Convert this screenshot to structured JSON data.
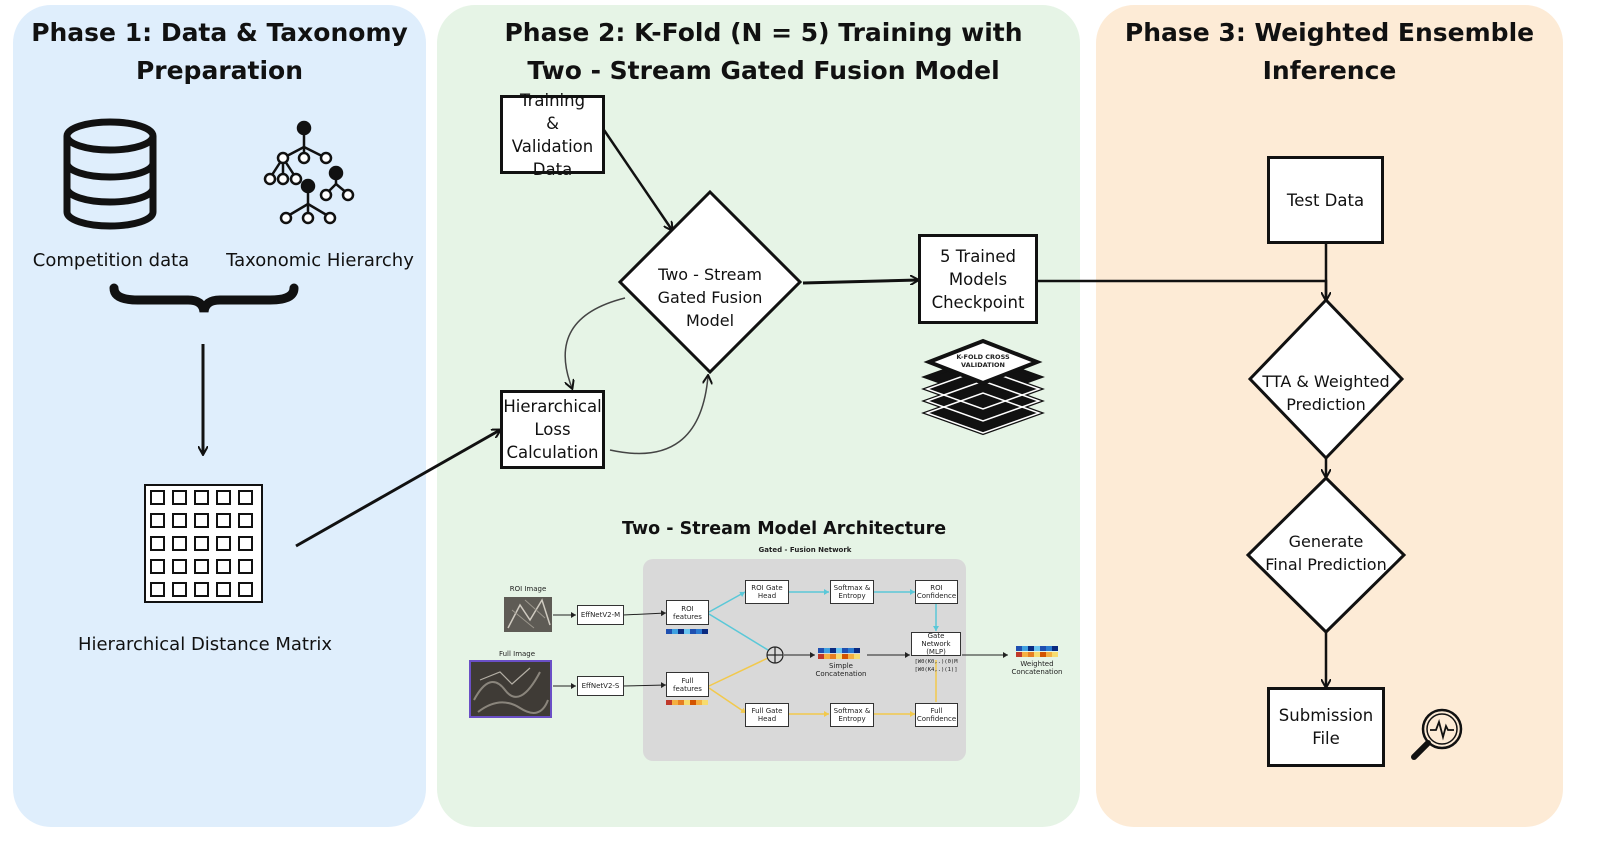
{
  "colors": {
    "phase1_bg": "#dfeefc",
    "phase2_bg": "#e6f4e6",
    "phase3_bg": "#fdebd6",
    "roi_line": "#5ac8d8",
    "full_line": "#f2c94c"
  },
  "phase1": {
    "title": "Phase 1: Data & Taxonomy\nPreparation",
    "competition_label": "Competition data",
    "taxonomy_label": "Taxonomic Hierarchy",
    "matrix_label": "Hierarchical Distance Matrix",
    "icons": [
      "database-icon",
      "hierarchy-tree-icon",
      "curly-brace-icon",
      "matrix-grid-icon"
    ]
  },
  "phase2": {
    "title": "Phase 2: K-Fold (N = 5) Training with\nTwo - Stream Gated Fusion Model",
    "training_box": "Training\n& Validation\nData",
    "model_diamond": "Two - Stream\nGated  Fusion\nModel",
    "checkpoint_box": "5 Trained\nModels\nCheckpoint",
    "loss_box": "Hierarchical\nLoss\nCalculation",
    "kfold_label": "K-FOLD CROSS\nVALIDATION",
    "architecture": {
      "title": "Two - Stream Model Architecture",
      "subtitle": "Gated - Fusion Network",
      "roi_image": "ROI Image",
      "full_image": "Full Image",
      "effnet_m": "EffNetV2-M",
      "effnet_s": "EffNetV2-S",
      "roi_features": "ROI\nfeatures",
      "full_features": "Full\nfeatures",
      "roi_gate_head": "ROI Gate\nHead",
      "full_gate_head": "Full Gate\nHead",
      "softmax_top": "Softmax &\nEntropy",
      "softmax_bottom": "Softmax &\nEntropy",
      "roi_confidence": "ROI\nConfidence",
      "full_confidence": "Full\nConfidence",
      "gate_network": "Gate Network\n(MLP)",
      "gate_values": "[W0(K0,.)(0)M\n[W0(K4,.)(1)]",
      "simple_concat": "Simple\nConcatenation",
      "weighted_concat": "Weighted\nConcatenation"
    }
  },
  "phase3": {
    "title": "Phase 3: Weighted Ensemble\nInference",
    "test_box": "Test Data",
    "tta_diamond": "TTA & Weighted\nPrediction",
    "generate_diamond": "Generate\nFinal Prediction",
    "submission_box": "Submission\nFile",
    "icons": [
      "magnifier-icon"
    ]
  }
}
